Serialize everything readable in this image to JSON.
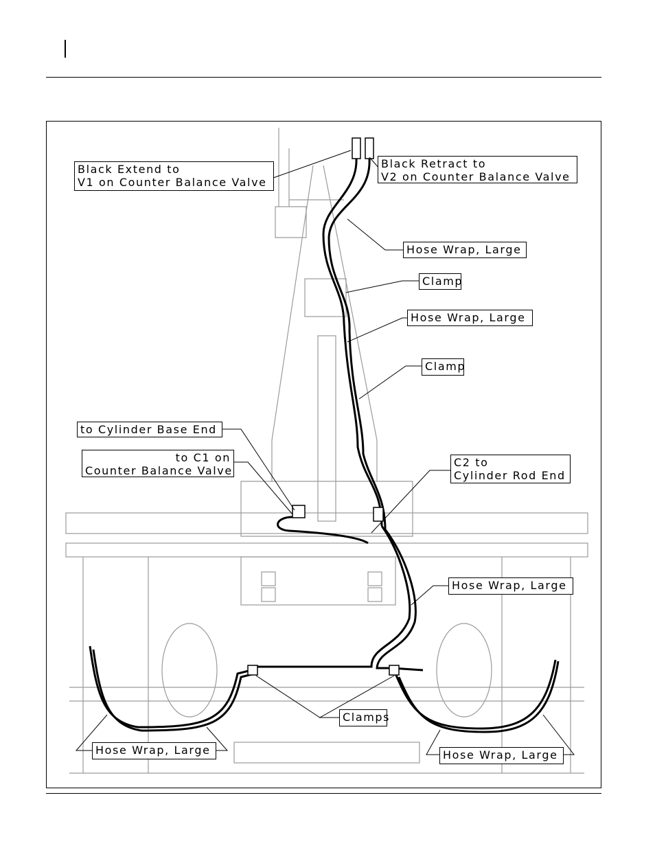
{
  "callouts": {
    "black_extend": "Black Extend to\nV1 on Counter Balance Valve",
    "black_retract": "Black Retract to\nV2 on Counter Balance Valve",
    "hose_wrap_top": "Hose Wrap, Large",
    "clamp_1": "Clamp",
    "hose_wrap_mid": "Hose Wrap, Large",
    "clamp_2": "Clamp",
    "cylinder_base": "to Cylinder Base End",
    "c1": "to C1 on\nCounter Balance Valve",
    "c2": "C2 to\nCylinder Rod End",
    "hose_wrap_right": "Hose Wrap, Large",
    "clamps": "Clamps",
    "hose_wrap_bottom_left": "Hose Wrap, Large",
    "hose_wrap_bottom_right": "Hose Wrap, Large"
  },
  "colors": {
    "line": "#000000",
    "machine": "#9a9a9a"
  }
}
